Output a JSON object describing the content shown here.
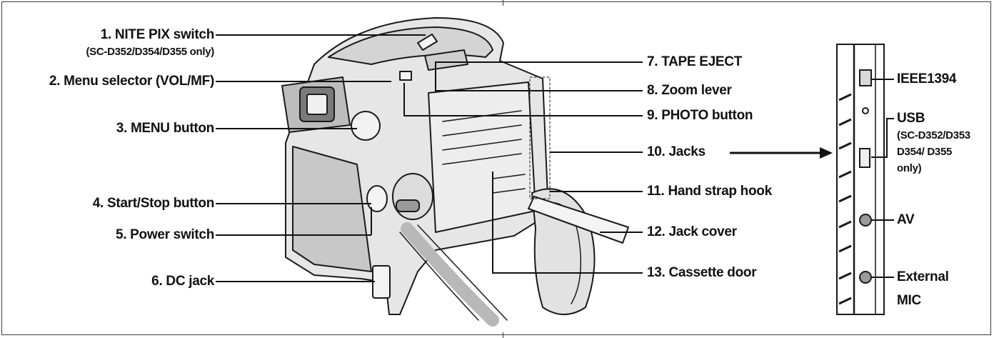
{
  "labels": {
    "nite_pix": "1. NITE PIX switch",
    "nite_pix_note": "(SC-D352/D354/D355 only)",
    "menu_selector": "2. Menu selector (VOL/MF)",
    "menu_button": "3. MENU button",
    "start_stop": "4. Start/Stop button",
    "power_switch": "5. Power switch",
    "dc_jack": "6. DC jack",
    "tape_eject": "7. TAPE EJECT",
    "zoom_lever": "8. Zoom lever",
    "photo_button": "9. PHOTO button",
    "jacks": "10. Jacks",
    "hand_strap_hook": "11. Hand strap hook",
    "jack_cover": "12. Jack cover",
    "cassette_door": "13. Cassette door"
  },
  "jack_panel": {
    "ieee1394": "IEEE1394",
    "usb": "USB",
    "usb_note_1": "(SC-D352/D353",
    "usb_note_2": "D354/ D355",
    "usb_note_3": "only)",
    "av": "AV",
    "external_mic_1": "External",
    "external_mic_2": "MIC"
  }
}
